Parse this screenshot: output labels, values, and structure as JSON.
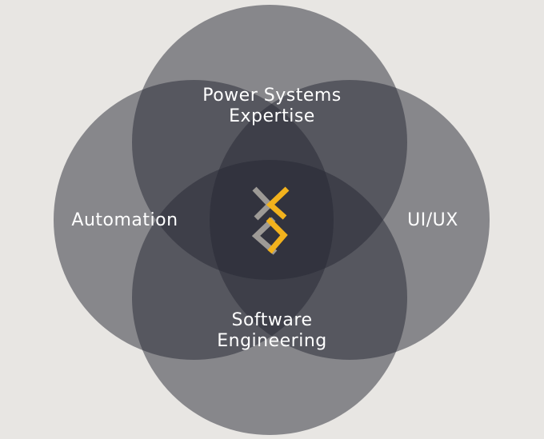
{
  "colors": {
    "background": "#e8e6e3",
    "circle_fill": "#252833",
    "label": "#ffffff",
    "logo_gray": "#9d9a96",
    "logo_yellow": "#f2b21d"
  },
  "circles": [
    {
      "id": "power-systems",
      "lines": [
        "Power Systems",
        "Expertise"
      ]
    },
    {
      "id": "automation",
      "lines": [
        "Automation"
      ]
    },
    {
      "id": "ui-ux",
      "lines": [
        "UI/UX"
      ]
    },
    {
      "id": "software-engineering",
      "lines": [
        "Software",
        "Engineering"
      ]
    }
  ],
  "center_logo": {
    "icon": "interlocking-chevrons-logo-icon"
  }
}
